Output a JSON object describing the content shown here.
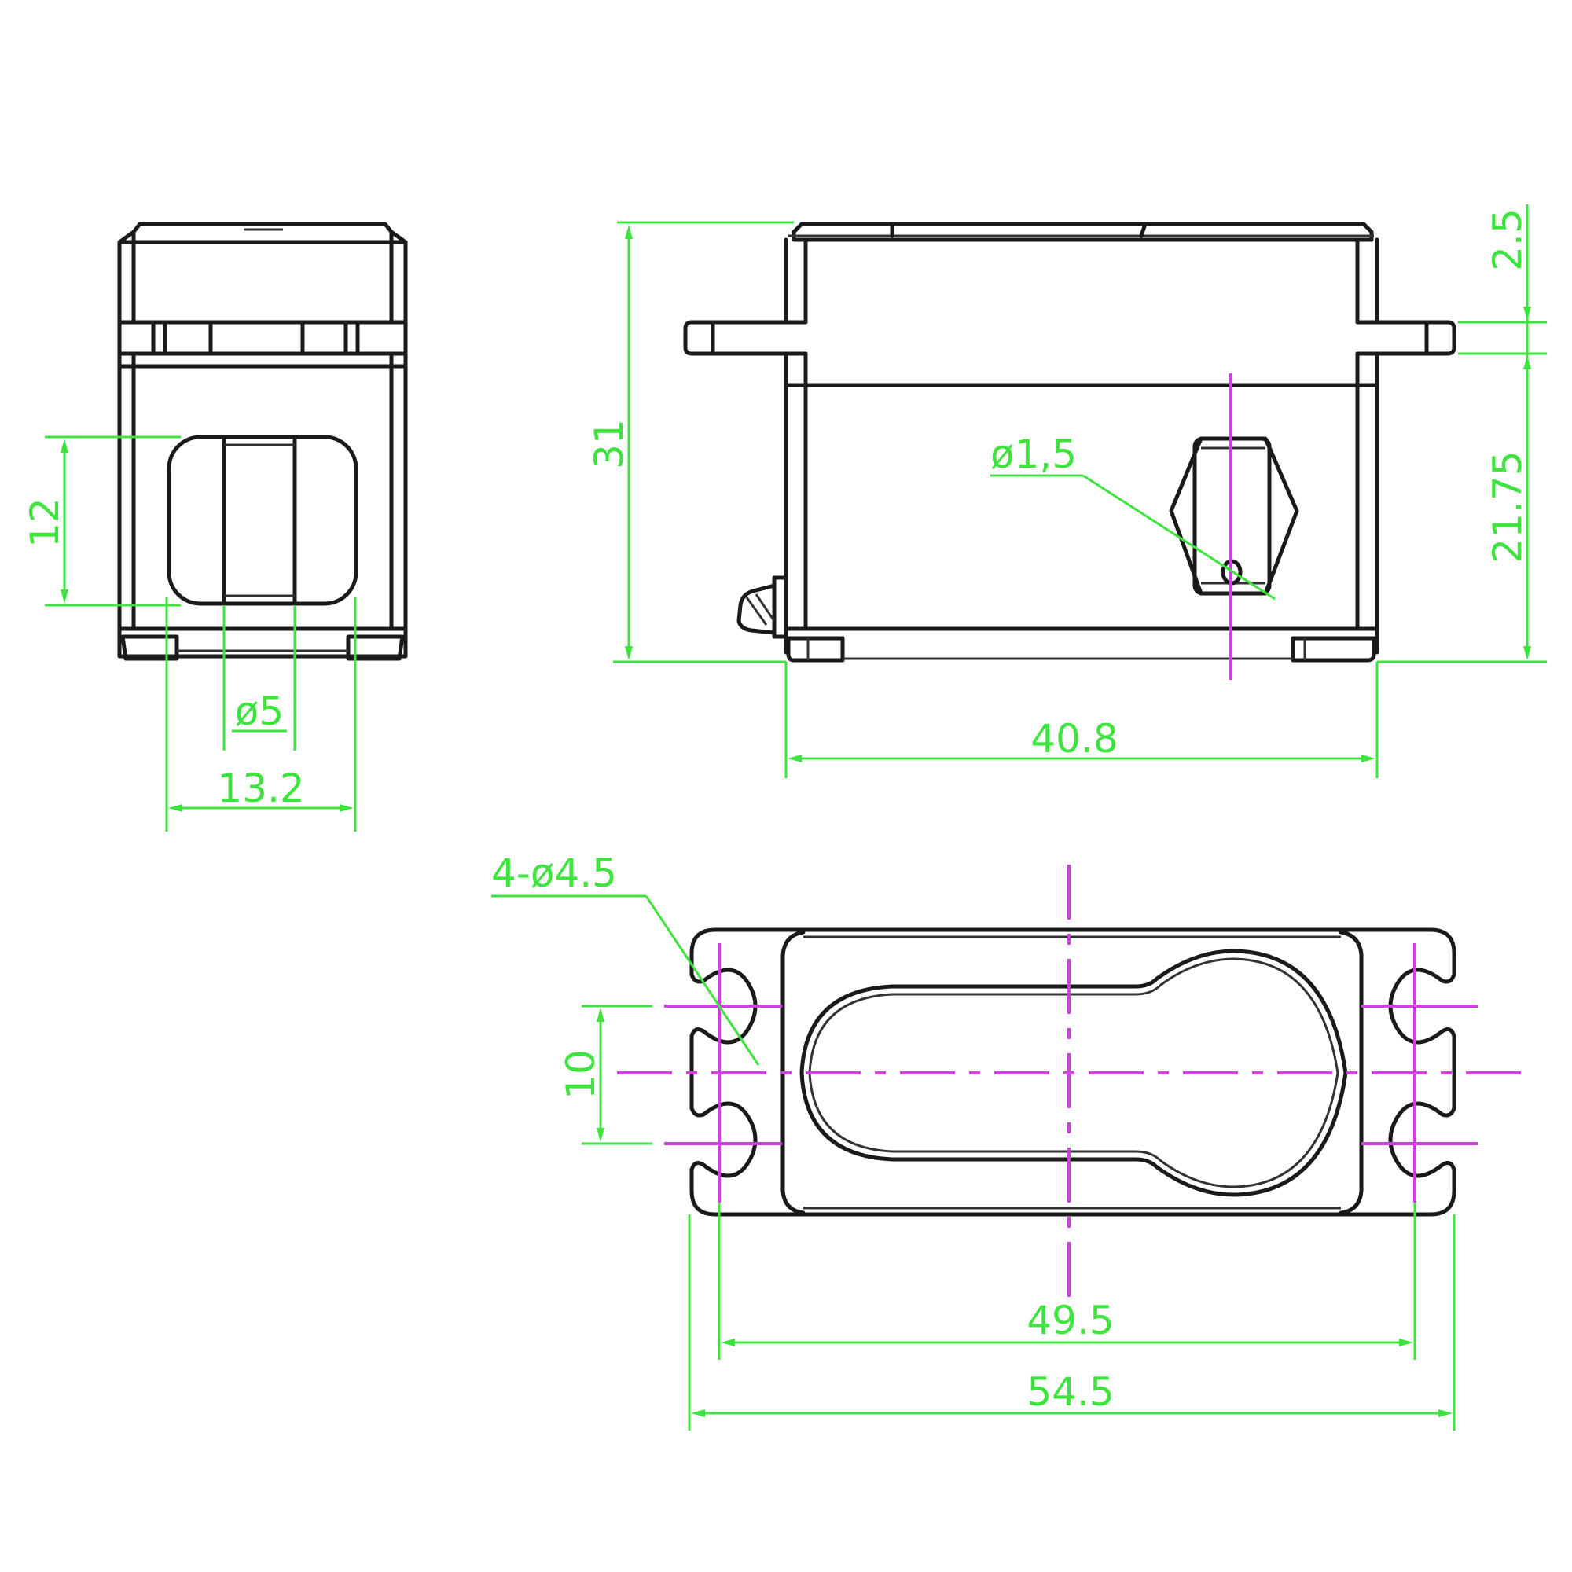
{
  "drawing": {
    "subject": "servo dimension drawing",
    "colors": {
      "outline": "#1a1a1a",
      "dimension": "#3ee33e",
      "centerline": "#d040e0",
      "background": "#ffffff"
    },
    "views": {
      "front": {
        "dimensions": {
          "window_height": "12",
          "spline_diameter": "ø5",
          "width": "13.2"
        }
      },
      "side": {
        "dimensions": {
          "total_height": "31",
          "length": "40.8",
          "flange_thickness": "2.5",
          "flange_to_bottom": "21.75",
          "hole_diameter": "ø1,5"
        }
      },
      "bottom": {
        "dimensions": {
          "mount_holes": "4-ø4.5",
          "hole_spacing_vertical": "10",
          "hole_spacing_horizontal": "49.5",
          "overall_length": "54.5"
        }
      }
    }
  }
}
